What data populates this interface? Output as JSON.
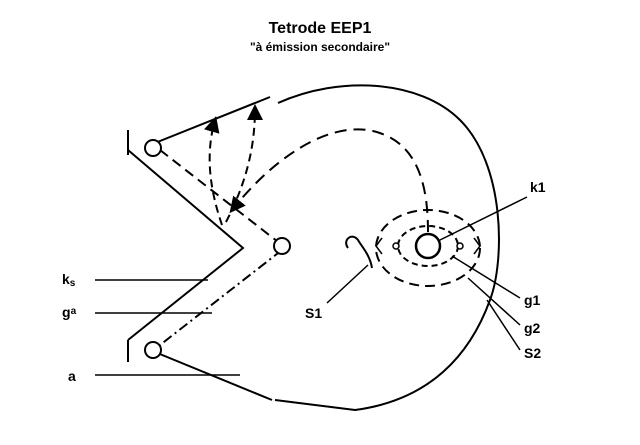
{
  "diagram": {
    "title": "Tetrode EEP1",
    "subtitle": "\"à émission secondaire\"",
    "labels": {
      "ks_main": "k",
      "ks_sub": "s",
      "ga_main": "g",
      "ga_sub": "a",
      "a": "a",
      "s1": "S1",
      "k1": "k1",
      "g1": "g1",
      "g2": "g2",
      "s2": "S2"
    }
  }
}
